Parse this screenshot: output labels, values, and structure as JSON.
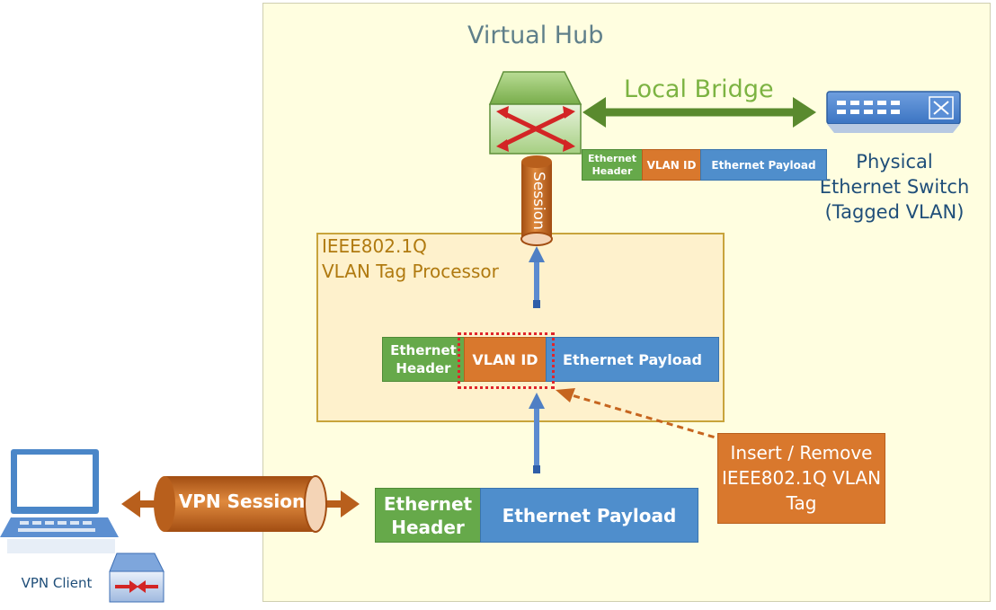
{
  "hub": {
    "title": "Virtual Hub"
  },
  "bridge": {
    "title": "Local Bridge"
  },
  "processor": {
    "line1": "IEEE802.1Q",
    "line2": "VLAN Tag Processor"
  },
  "session": {
    "label": "Session"
  },
  "switch": {
    "label": "Physical Ethernet Switch (Tagged VLAN)"
  },
  "top_frame": {
    "header": "Ethernet Header",
    "vlan": "VLAN ID",
    "payload": "Ethernet Payload"
  },
  "mid_frame": {
    "header": "Ethernet Header",
    "vlan": "VLAN ID",
    "payload": "Ethernet Payload"
  },
  "bottom_frame": {
    "header": "Ethernet Header",
    "payload": "Ethernet Payload"
  },
  "insert_note": {
    "text": "Insert / Remove IEEE802.1Q VLAN Tag"
  },
  "vpn_session": {
    "label": "VPN Session"
  },
  "client": {
    "label": "VPN Client"
  },
  "colors": {
    "header": "#66a94a",
    "vlan": "#d9782d",
    "payload": "#4f8ecc",
    "bridge": "#5a8a2e",
    "hub_bg": "#fffee0"
  }
}
